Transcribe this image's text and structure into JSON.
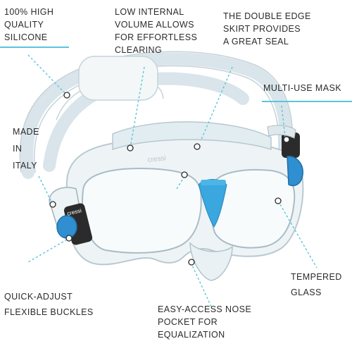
{
  "features": {
    "silicone": [
      "100% HIGH",
      "QUALITY",
      "SILICONE"
    ],
    "volume": [
      "LOW INTERNAL",
      "VOLUME ALLOWS",
      "FOR EFFORTLESS",
      "CLEARING"
    ],
    "skirt": [
      "THE DOUBLE EDGE",
      "SKIRT PROVIDES",
      "A GREAT SEAL"
    ],
    "multiuse": [
      "MULTI-USE MASK"
    ],
    "italy": [
      "MADE",
      "IN",
      "ITALY"
    ],
    "glass": [
      "TEMPERED",
      "GLASS"
    ],
    "buckles": [
      "QUICK-ADJUST",
      "FLEXIBLE BUCKLES"
    ],
    "nose": [
      "EASY-ACCESS NOSE",
      "POCKET FOR",
      "EQUALIZATION"
    ]
  },
  "brand": {
    "logo_text": "cressi"
  },
  "colors": {
    "accent": "#59c6dc",
    "buckle_blue": "#2f8fd0",
    "text": "#2b2b2b"
  }
}
